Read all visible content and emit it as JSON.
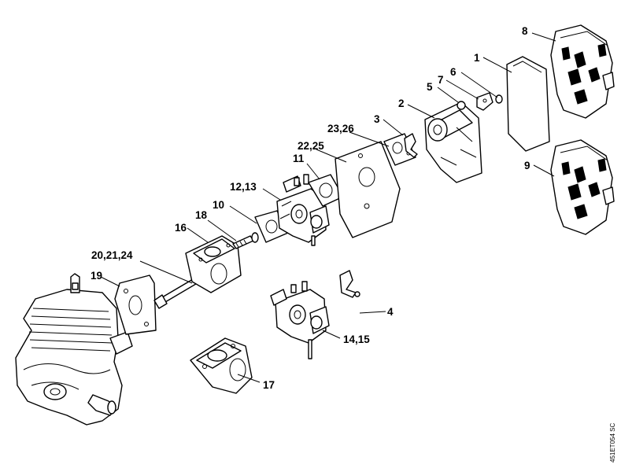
{
  "callouts": {
    "c1": "1",
    "c2": "2",
    "c3": "3",
    "c4": "4",
    "c5": "5",
    "c6": "6",
    "c7": "7",
    "c8": "8",
    "c9": "9",
    "c10": "10",
    "c11": "11",
    "c12_13": "12,13",
    "c14_15": "14,15",
    "c16": "16",
    "c17": "17",
    "c18": "18",
    "c19": "19",
    "c20_21_24": "20,21,24",
    "c22_25": "22,25",
    "c23_26": "23,26"
  },
  "drawing_ref": "451ET054 SC"
}
